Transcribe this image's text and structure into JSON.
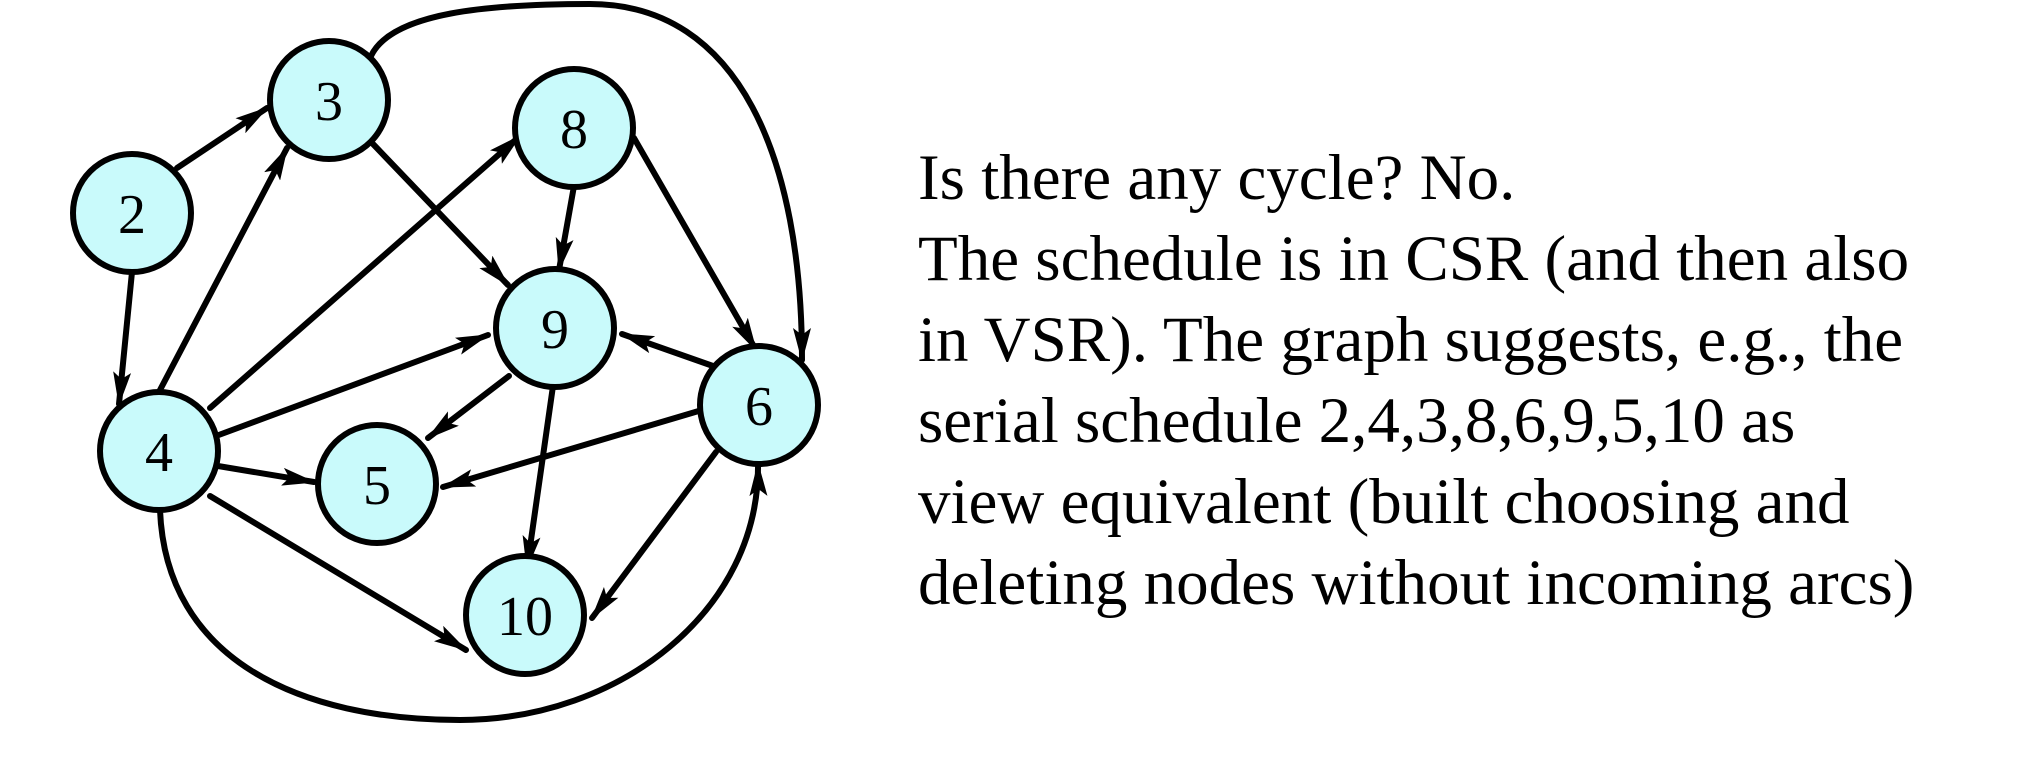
{
  "graph": {
    "node_fill": "#c9fafb",
    "stroke": "#000000",
    "nodes": [
      {
        "id": "n2",
        "label": "2"
      },
      {
        "id": "n3",
        "label": "3"
      },
      {
        "id": "n4",
        "label": "4"
      },
      {
        "id": "n5",
        "label": "5"
      },
      {
        "id": "n6",
        "label": "6"
      },
      {
        "id": "n8",
        "label": "8"
      },
      {
        "id": "n9",
        "label": "9"
      },
      {
        "id": "n10",
        "label": "10"
      }
    ],
    "edges": [
      {
        "from": "2",
        "to": "3"
      },
      {
        "from": "2",
        "to": "4"
      },
      {
        "from": "4",
        "to": "3"
      },
      {
        "from": "4",
        "to": "8"
      },
      {
        "from": "4",
        "to": "9"
      },
      {
        "from": "4",
        "to": "5"
      },
      {
        "from": "4",
        "to": "10"
      },
      {
        "from": "4",
        "to": "6"
      },
      {
        "from": "3",
        "to": "9"
      },
      {
        "from": "3",
        "to": "6"
      },
      {
        "from": "8",
        "to": "9"
      },
      {
        "from": "8",
        "to": "6"
      },
      {
        "from": "6",
        "to": "9"
      },
      {
        "from": "6",
        "to": "5"
      },
      {
        "from": "6",
        "to": "10"
      },
      {
        "from": "9",
        "to": "5"
      },
      {
        "from": "9",
        "to": "10"
      }
    ]
  },
  "text": {
    "lines": [
      "Is there any cycle? No.",
      "The schedule is in CSR (and then also",
      "in VSR). The graph suggests, e.g., the",
      "serial schedule 2,4,3,8,6,9,5,10 as",
      "view equivalent (built choosing and",
      "deleting nodes without incoming arcs)"
    ]
  }
}
